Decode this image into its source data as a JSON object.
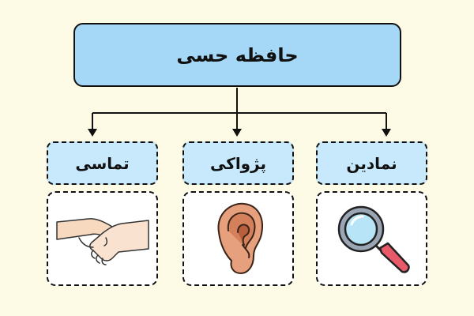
{
  "diagram": {
    "root": {
      "label": "حافظه حسی"
    },
    "children": [
      {
        "label": "تماسی",
        "icon": "handshake-icon"
      },
      {
        "label": "پژواکی",
        "icon": "ear-icon"
      },
      {
        "label": "نمادین",
        "icon": "magnifying-glass-icon"
      }
    ]
  },
  "colors": {
    "background": "#fdfbe6",
    "root_fill": "#a5d8f7",
    "label_fill": "#c8e8fb",
    "outline": "#111111"
  }
}
